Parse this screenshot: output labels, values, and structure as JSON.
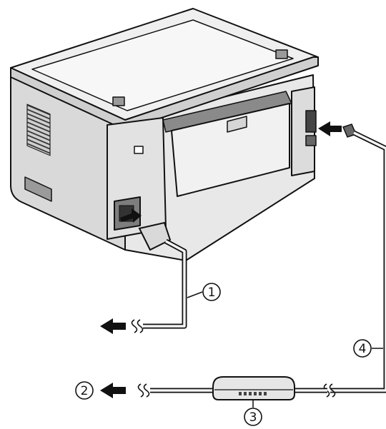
{
  "figure": {
    "type": "connection-diagram",
    "colors": {
      "outline": "#111111",
      "body_light": "#eeeeee",
      "body_mid": "#d4d4d4",
      "body_dark": "#8a8a8a",
      "body_shade": "#b3b3b3",
      "cable": "#f4f4f4"
    },
    "callouts": [
      {
        "id": "power-cord",
        "label": "1",
        "glyph": "①"
      },
      {
        "id": "network-out",
        "label": "2",
        "glyph": "②"
      },
      {
        "id": "network-device",
        "label": "3",
        "glyph": "③"
      },
      {
        "id": "usb-cable",
        "label": "4",
        "glyph": "④"
      }
    ],
    "icons": {
      "arrow": "arrow-left-icon",
      "plug": "power-plug-icon",
      "connector": "usb-connector-icon",
      "cable_break": "cable-break-icon"
    }
  }
}
